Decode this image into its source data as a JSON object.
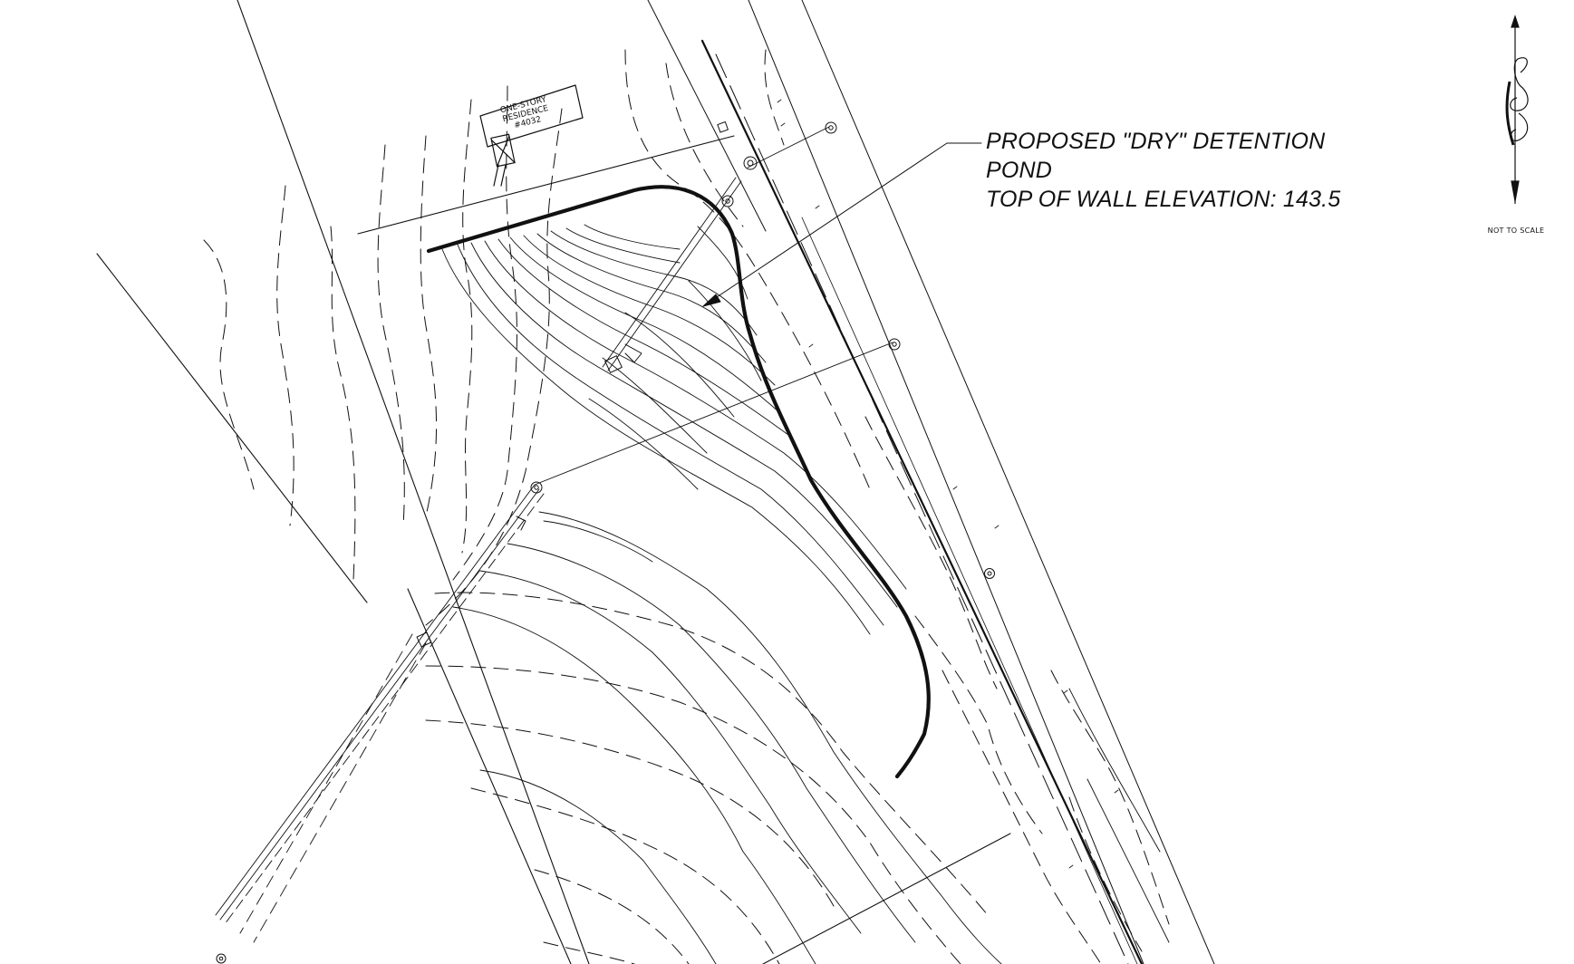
{
  "callout": {
    "line1": "PROPOSED \"DRY\" DETENTION",
    "line2": "POND",
    "line3": "TOP OF WALL ELEVATION: 143.5"
  },
  "building": {
    "line1": "ONE-STORY",
    "line2": "RESIDENCE",
    "line3": "#4032"
  },
  "north_arrow": {
    "note": "NOT TO SCALE",
    "icon": "north-arrow-icon"
  },
  "colors": {
    "ink": "#111111",
    "background": "#ffffff"
  }
}
